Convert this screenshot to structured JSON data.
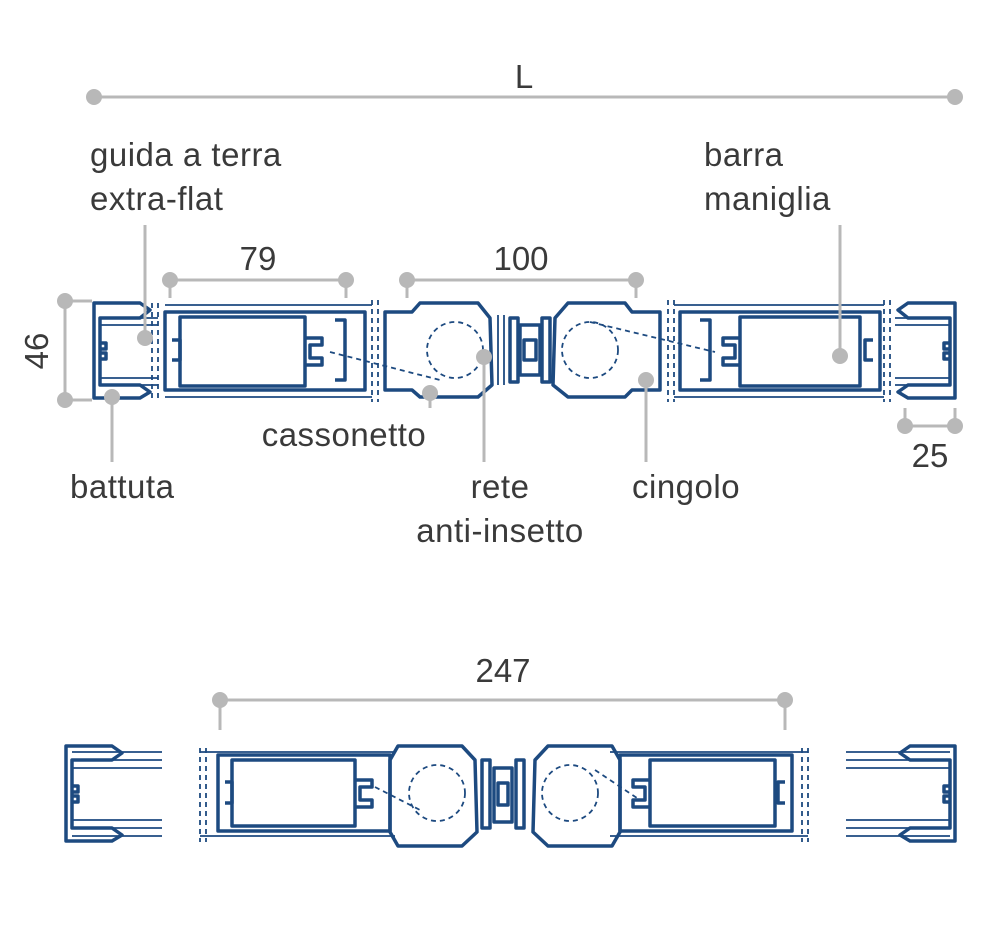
{
  "dimensions": {
    "overall_width_label": "L",
    "height": "46",
    "panel_width": "79",
    "center_width": "100",
    "guide_width": "25",
    "closed_width": "247"
  },
  "labels": {
    "ground_guide_line1": "guida a terra",
    "ground_guide_line2": "extra-flat",
    "handle_bar_line1": "barra",
    "handle_bar_line2": "maniglia",
    "housing": "cassonetto",
    "stop": "battuta",
    "mesh_line1": "rete",
    "mesh_line2": "anti-insetto",
    "belt": "cingolo"
  },
  "colors": {
    "profile": "#1d4a80",
    "dimension_line": "#b8b8b8",
    "text": "#3a3a3a"
  }
}
